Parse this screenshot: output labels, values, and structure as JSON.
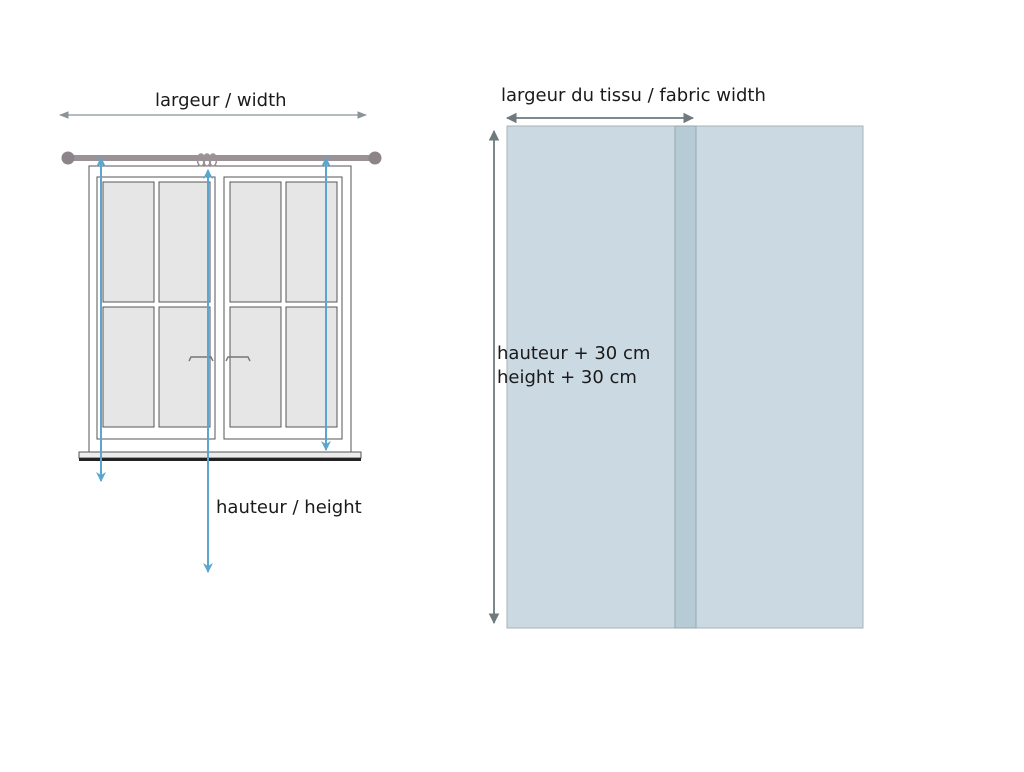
{
  "window_diagram": {
    "width_label": "largeur / width",
    "height_label": "hauteur / height"
  },
  "fabric_diagram": {
    "width_label": "largeur du tissu / fabric width",
    "total_height_line1": "hauteur + 30 cm",
    "total_height_line2": "height + 30 cm"
  },
  "colors": {
    "dimension_arrow": "#8a9396",
    "measure_arrow": "#5aa6cf",
    "curtain_rod": "#9b9297",
    "glass": "#e6e6e6",
    "fabric": "#cbd9e3",
    "fabric_seam": "#b7cbd7"
  }
}
